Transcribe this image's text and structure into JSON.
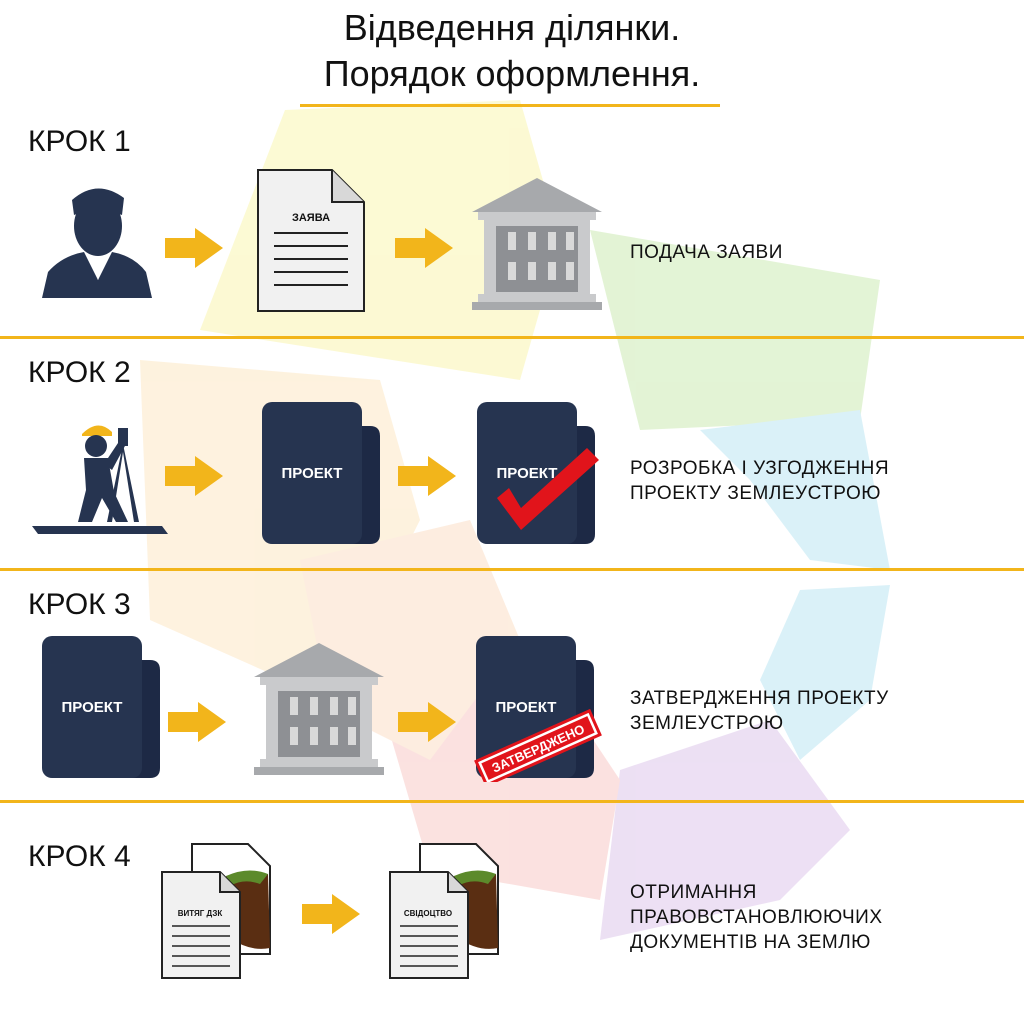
{
  "title": {
    "line1": "Відведення ділянки.",
    "line2": "Порядок оформлення."
  },
  "colors": {
    "accent": "#f2b51b",
    "navy": "#263450",
    "red": "#e1141b",
    "gray": "#a7a9ac"
  },
  "steps": [
    {
      "label": "КРОК 1",
      "description": [
        "ПОДАЧА ЗАЯВИ"
      ],
      "doc_label": "ЗАЯВА",
      "icons": [
        "person-icon",
        "application-document-icon",
        "government-building-icon"
      ]
    },
    {
      "label": "КРОК 2",
      "description": [
        "РОЗРОБКА І УЗГОДЖЕННЯ",
        "ПРОЕКТУ ЗЕМЛЕУСТРОЮ"
      ],
      "doc_label": "ПРОЕКТ",
      "icons": [
        "surveyor-icon",
        "project-folder-icon",
        "project-folder-checked-icon"
      ]
    },
    {
      "label": "КРОК 3",
      "description": [
        "ЗАТВЕРДЖЕННЯ ПРОЕКТУ",
        "ЗЕМЛЕУСТРОЮ"
      ],
      "doc_label": "ПРОЕКТ",
      "stamp": "ЗАТВЕРДЖЕНО",
      "icons": [
        "project-folder-icon",
        "government-building-icon",
        "project-folder-stamped-icon"
      ]
    },
    {
      "label": "КРОК 4",
      "description": [
        "ОТРИМАННЯ",
        "ПРАВОВСТАНОВЛЮЮЧИХ",
        "ДОКУМЕНТІВ НА ЗЕМЛЮ"
      ],
      "doc1_label": "ВИТЯГ ДЗК",
      "doc2_label": "СВІДОЦТВО",
      "icons": [
        "land-extract-documents-icon",
        "certificate-documents-icon"
      ]
    }
  ]
}
